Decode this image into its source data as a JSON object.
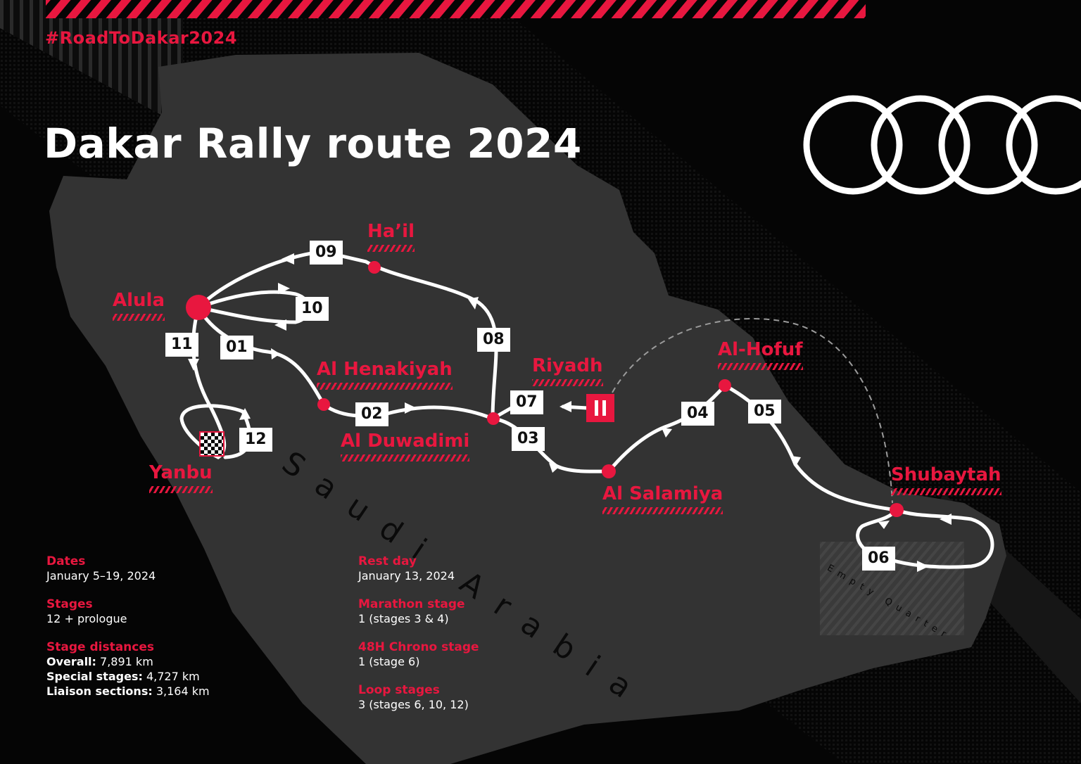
{
  "header": {
    "hashtag": "#RoadToDakar2024",
    "title": "Dakar Rally route 2024"
  },
  "brand": {
    "logo": "audi-four-rings-icon"
  },
  "colors": {
    "accent": "#e8173f",
    "land": "#333333",
    "background": "#050505",
    "route": "#ffffff"
  },
  "map": {
    "country_label": "Saudi Arabia",
    "region_label": "Empty Quarter",
    "cities": [
      {
        "name": "Alula"
      },
      {
        "name": "Ha’il"
      },
      {
        "name": "Al Henakiyah"
      },
      {
        "name": "Riyadh"
      },
      {
        "name": "Al-Hofuf"
      },
      {
        "name": "Al Duwadimi"
      },
      {
        "name": "Yanbu"
      },
      {
        "name": "Al Salamiya"
      },
      {
        "name": "Shubaytah"
      }
    ],
    "stages": [
      "01",
      "02",
      "03",
      "04",
      "05",
      "06",
      "07",
      "08",
      "09",
      "10",
      "11",
      "12"
    ],
    "rest_day_icon": "pause-icon",
    "finish_icon": "checkered-flag-icon"
  },
  "info_left": [
    {
      "label": "Dates",
      "lines": [
        "January 5–19, 2024"
      ]
    },
    {
      "label": "Stages",
      "lines": [
        "12 + prologue"
      ]
    },
    {
      "label": "Stage distances",
      "rows": [
        {
          "key": "Overall:",
          "value": "7,891 km"
        },
        {
          "key": "Special stages:",
          "value": "4,727 km"
        },
        {
          "key": "Liaison sections:",
          "value": "3,164 km"
        }
      ]
    }
  ],
  "info_right": [
    {
      "label": "Rest day",
      "value": "January 13, 2024"
    },
    {
      "label": "Marathon stage",
      "value": "1 (stages 3 & 4)"
    },
    {
      "label": "48H Chrono stage",
      "value": "1 (stage 6)"
    },
    {
      "label": "Loop stages",
      "value": "3 (stages 6, 10, 12)"
    }
  ]
}
